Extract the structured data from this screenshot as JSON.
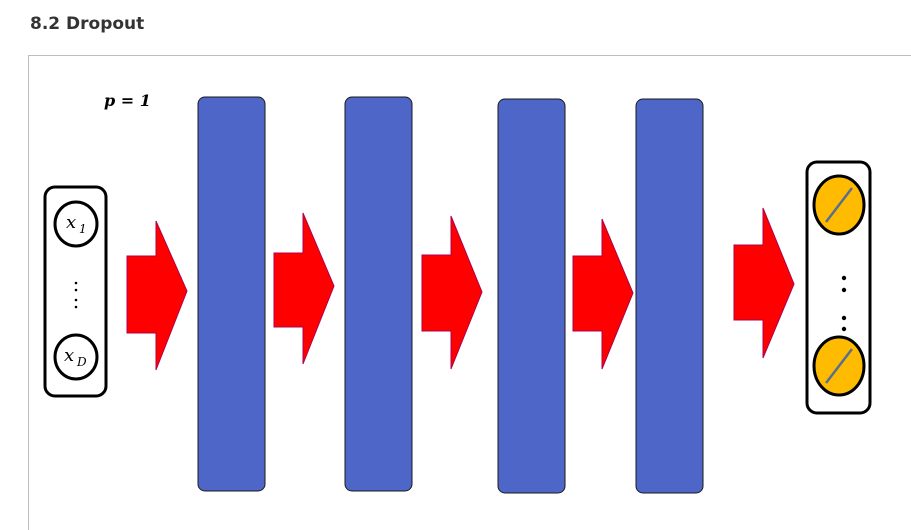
{
  "page": {
    "heading": "8.2 Dropout"
  },
  "diagram": {
    "probability_label": "p = 1",
    "input_nodes": [
      {
        "symbol": "x",
        "subscript": "1"
      },
      {
        "symbol": "x",
        "subscript": "D"
      }
    ],
    "hidden_layer_count": 4,
    "output_node_count": 2,
    "colors": {
      "layer_fill": "#4e66c8",
      "arrow_fill": "#ff0000",
      "output_fill": "#ffbb00",
      "outline": "#000000"
    }
  }
}
